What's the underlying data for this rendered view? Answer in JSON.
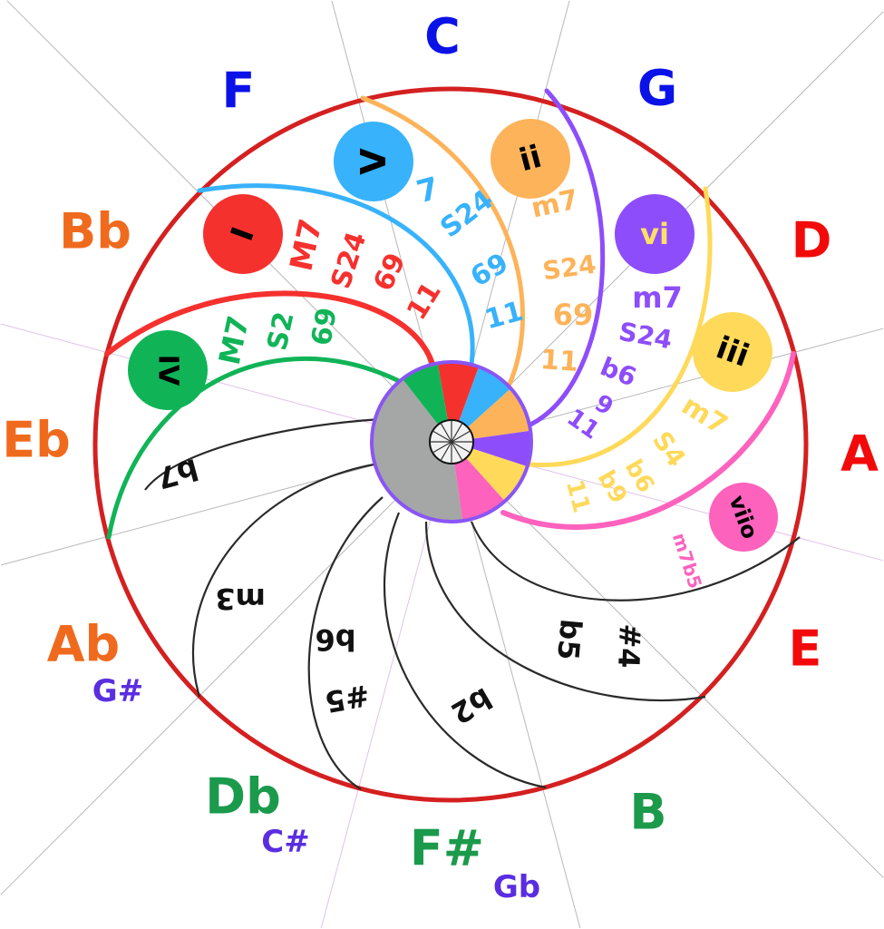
{
  "title": "Circle of Fifths Chord Wheel",
  "notes": [
    {
      "name": "C",
      "enharmonic": "",
      "color": "#0b12e8"
    },
    {
      "name": "G",
      "enharmonic": "",
      "color": "#0b12e8"
    },
    {
      "name": "D",
      "enharmonic": "",
      "color": "#f20a0a"
    },
    {
      "name": "A",
      "enharmonic": "",
      "color": "#f20a0a"
    },
    {
      "name": "E",
      "enharmonic": "",
      "color": "#f20a0a"
    },
    {
      "name": "B",
      "enharmonic": "",
      "color": "#1b9a4c"
    },
    {
      "name": "F#",
      "enharmonic": "Gb",
      "color": "#1b9a4c"
    },
    {
      "name": "Db",
      "enharmonic": "C#",
      "color": "#1b9a4c"
    },
    {
      "name": "Ab",
      "enharmonic": "G#",
      "color": "#f06a1e"
    },
    {
      "name": "Eb",
      "enharmonic": "",
      "color": "#f06a1e"
    },
    {
      "name": "Bb",
      "enharmonic": "",
      "color": "#f06a1e"
    },
    {
      "name": "F",
      "enharmonic": "",
      "color": "#0b12e8"
    }
  ],
  "enharmonic_color": "#5a2ee0",
  "rim_color": "#d42020",
  "chords": [
    {
      "degree": "I",
      "color": "#f5312e",
      "text_color": "#000000",
      "extensions": [
        "M7",
        "S24",
        "69",
        "11"
      ]
    },
    {
      "degree": "V",
      "color": "#38b2fb",
      "text_color": "#000000",
      "extensions": [
        "7",
        "S24",
        "69",
        "11"
      ]
    },
    {
      "degree": "ii",
      "color": "#fdb35a",
      "text_color": "#000000",
      "extensions": [
        "m7",
        "S24",
        "69",
        "11"
      ]
    },
    {
      "degree": "vi",
      "color": "#8d4dfb",
      "text_color": "#ffe066",
      "extensions": [
        "m7",
        "S24",
        "b6",
        "9",
        "11"
      ]
    },
    {
      "degree": "iii",
      "color": "#ffd95a",
      "text_color": "#000000",
      "extensions": [
        "m7",
        "S4",
        "b6",
        "b9",
        "11"
      ]
    },
    {
      "degree": "viio",
      "color": "#fd62bd",
      "text_color": "#000000",
      "extensions": [
        "m7b5"
      ]
    },
    {
      "degree": "IV",
      "color": "#10b457",
      "text_color": "#000000",
      "extensions": [
        "M7",
        "S2",
        "69"
      ]
    }
  ],
  "intervals": [
    "b7",
    "m3",
    "b6",
    "#5",
    "b2",
    "b5",
    "#4"
  ],
  "hub": {
    "ring_color": "#8a55f5",
    "rest_color": "#a4a7a6"
  }
}
